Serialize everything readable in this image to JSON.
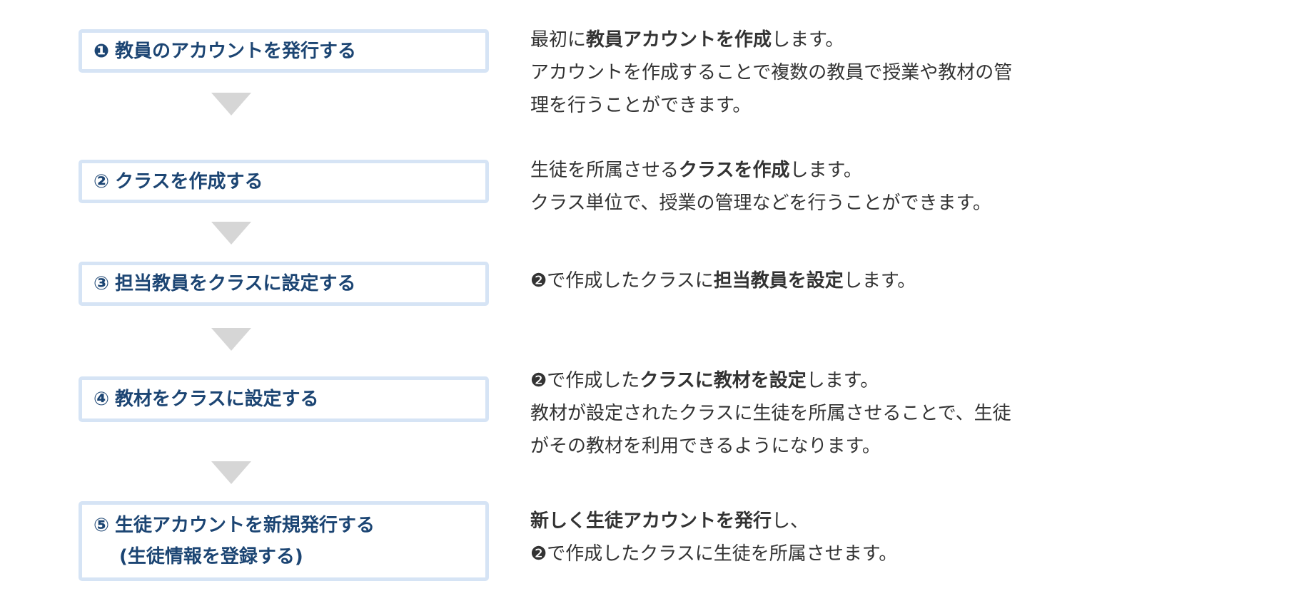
{
  "steps": [
    {
      "num": "❶",
      "title": [
        "教員のアカウントを発行する"
      ]
    },
    {
      "num": "②",
      "title": [
        "クラスを作成する"
      ]
    },
    {
      "num": "③",
      "title": [
        "担当教員をクラスに設定する"
      ]
    },
    {
      "num": "④",
      "title": [
        "教材をクラスに設定する"
      ]
    },
    {
      "num": "⑤",
      "title": [
        "生徒アカウントを新規発行する",
        "(生徒情報を登録する)"
      ]
    }
  ],
  "descriptions": [
    [
      [
        {
          "t": "最初に"
        },
        {
          "t": "教員アカウントを作成",
          "b": true
        },
        {
          "t": "します。"
        }
      ],
      [
        {
          "t": "アカウントを作成することで複数の教員で授業や教材の管"
        }
      ],
      [
        {
          "t": "理を行うことができます。"
        }
      ]
    ],
    [
      [
        {
          "t": "生徒を所属させる"
        },
        {
          "t": "クラスを作成",
          "b": true
        },
        {
          "t": "します。"
        }
      ],
      [
        {
          "t": "クラス単位で、授業の管理などを行うことができます。"
        }
      ]
    ],
    [
      [
        {
          "t": "❷で作成したクラスに"
        },
        {
          "t": "担当教員を設定",
          "b": true
        },
        {
          "t": "します。"
        }
      ]
    ],
    [
      [
        {
          "t": "❷で作成した"
        },
        {
          "t": "クラスに教材を設定",
          "b": true
        },
        {
          "t": "します。"
        }
      ],
      [
        {
          "t": "教材が設定されたクラスに生徒を所属させることで、生徒"
        }
      ],
      [
        {
          "t": "がその教材を利用できるようになります。"
        }
      ]
    ],
    [
      [
        {
          "t": "新しく生徒アカウントを発行",
          "b": true
        },
        {
          "t": "し、"
        }
      ],
      [
        {
          "t": "❷で作成したクラスに生徒を所属させます。"
        }
      ]
    ]
  ],
  "colors": {
    "title": "#1c4573",
    "border": "#d6e4f5",
    "arrow": "#d6d6d6",
    "text": "#333333"
  }
}
